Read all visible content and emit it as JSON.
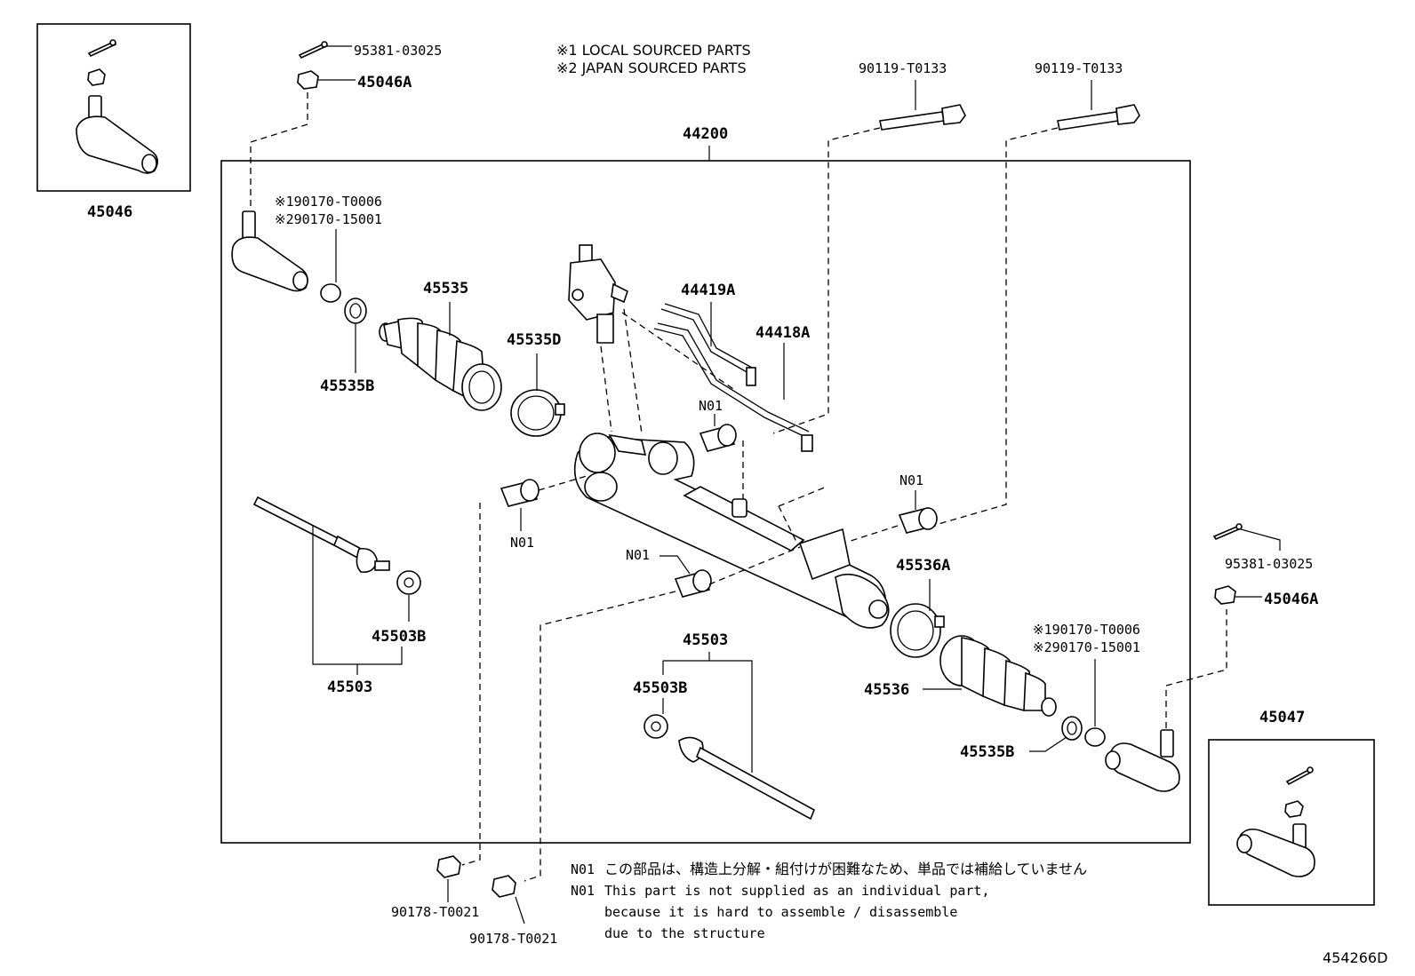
{
  "notes": {
    "local": "※1 LOCAL SOURCED PARTS",
    "japan": "※2 JAPAN SOURCED PARTS",
    "n01_code": "N01",
    "n01_jp": "この部品は、構造上分解・組付けが困難なため、単品では補給していません",
    "n01_en_1": "This part is not supplied as an individual part,",
    "n01_en_2": "because it is hard to assemble / disassemble",
    "n01_en_3": "due to the structure"
  },
  "figure_id": "454266D",
  "labels": {
    "p44200": "44200",
    "p45046": "45046",
    "p45047": "45047",
    "p95381_l": "95381-03025",
    "p95381_r": "95381-03025",
    "p45046A_l": "45046A",
    "p45046A_r": "45046A",
    "p90119_a": "90119-T0133",
    "p90119_b": "90119-T0133",
    "p90170_l1": "※190170-T0006",
    "p90170_l2": "※290170-15001",
    "p90170_r1": "※190170-T0006",
    "p90170_r2": "※290170-15001",
    "p45535": "45535",
    "p45535B_l": "45535B",
    "p45535B_r": "45535B",
    "p45535D": "45535D",
    "p44419A": "44419A",
    "p44418A": "44418A",
    "n01_a": "N01",
    "n01_b": "N01",
    "n01_c": "N01",
    "n01_d": "N01",
    "p45536A": "45536A",
    "p45536": "45536",
    "p45503_l": "45503",
    "p45503B_l": "45503B",
    "p45503_c": "45503",
    "p45503B_c": "45503B",
    "p90178_a": "90178-T0021",
    "p90178_b": "90178-T0021"
  }
}
